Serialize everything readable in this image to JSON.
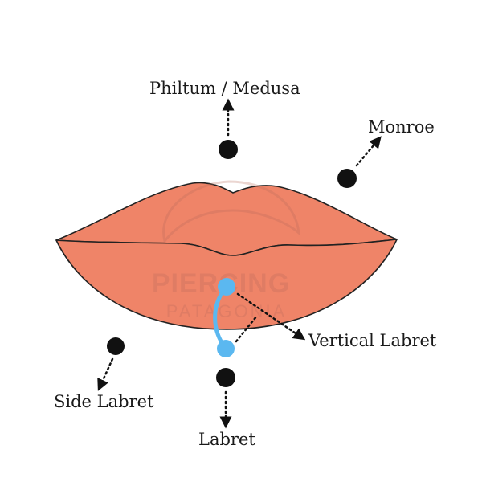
{
  "labels": {
    "philtrum": "Philtum / Medusa",
    "monroe": "Monroe",
    "vertical_labret": "Vertical Labret",
    "side_labret": "Side Labret",
    "labret": "Labret"
  },
  "watermark": {
    "line1": "PIERCING",
    "line2": "PATAGONIA"
  },
  "colors": {
    "lips": "#ef8468",
    "outline": "#222222",
    "dot": "#111111",
    "jewelry": "#5bb8f0",
    "watermark": "#b86a5a"
  }
}
